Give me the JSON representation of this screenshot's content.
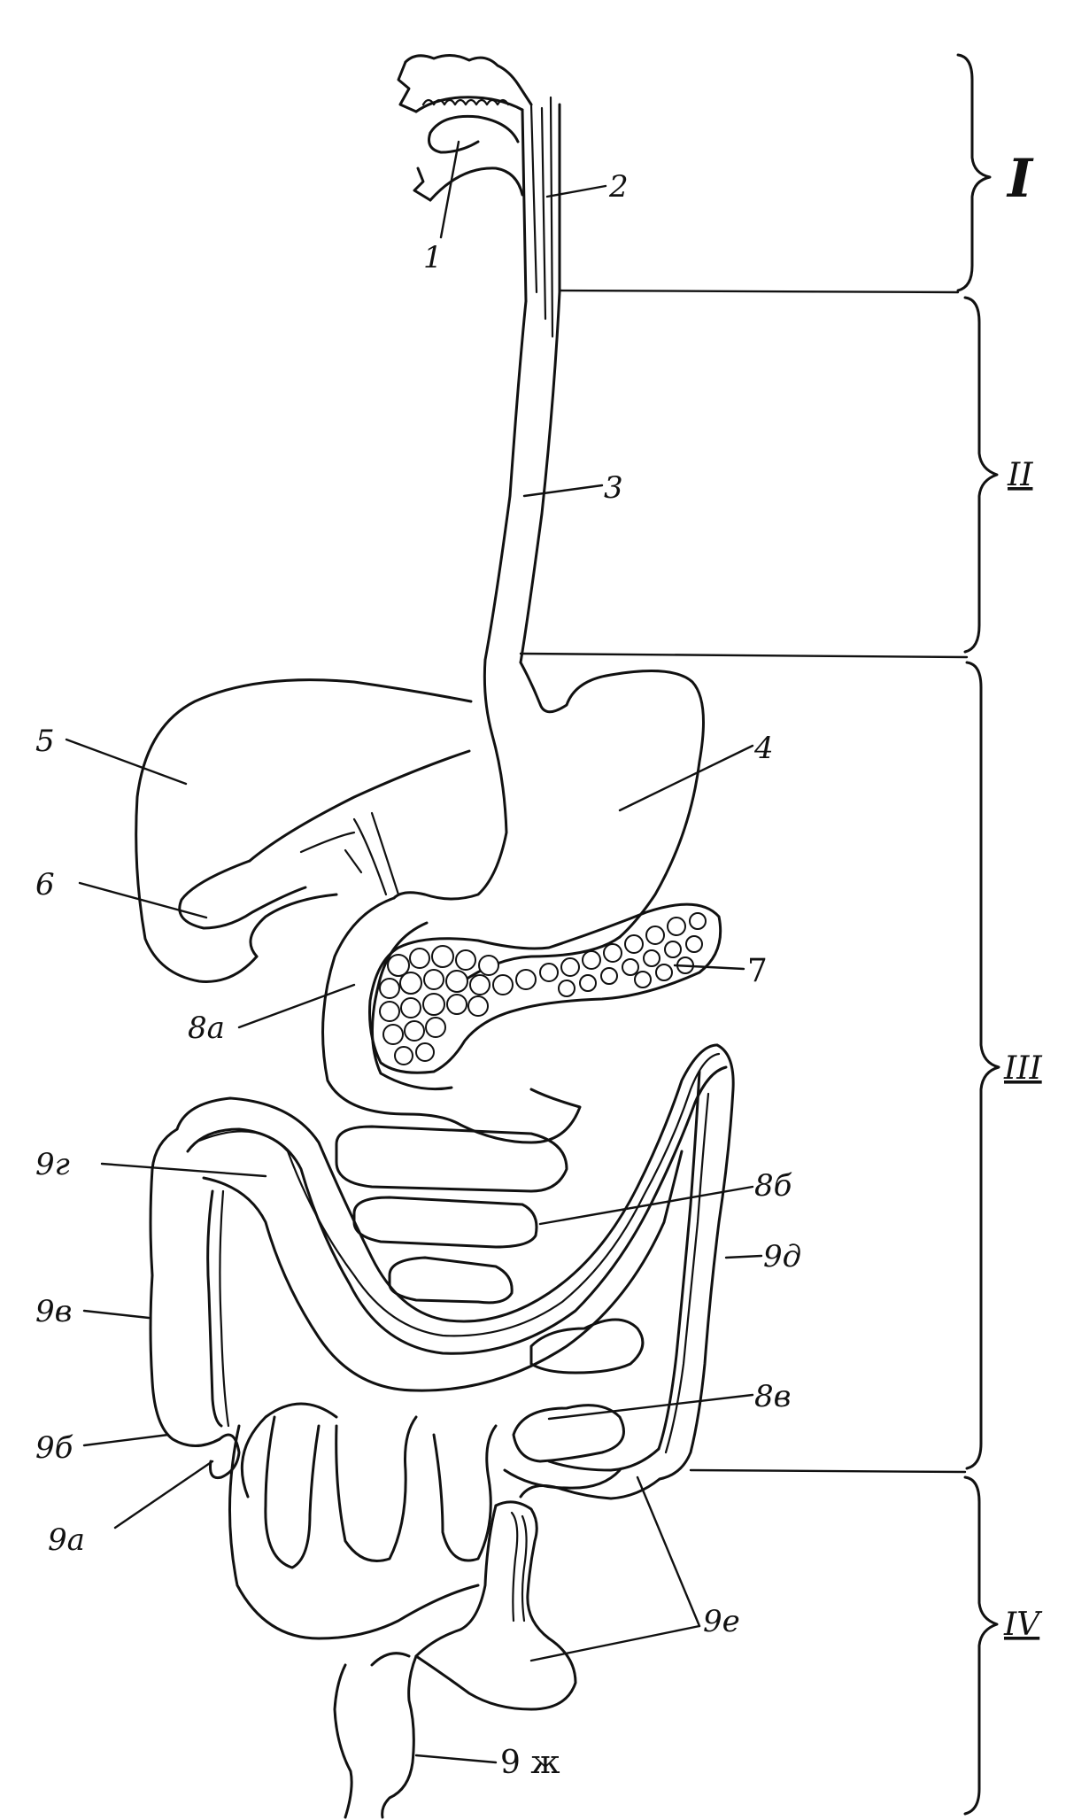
{
  "labels": {
    "l1": "1",
    "l2": "2",
    "l3": "3",
    "l4": "4",
    "l5": "5",
    "l6": "6",
    "l7": "7",
    "l8a": "8а",
    "l8b": "8б",
    "l8v": "8в",
    "l9a": "9а",
    "l9b": "9б",
    "l9v": "9в",
    "l9g": "9г",
    "l9d": "9д",
    "l9e": "9е",
    "l9zh": "9 ж"
  },
  "sections": {
    "s1": "I",
    "s2": "II",
    "s3": "III",
    "s4": "IV"
  }
}
